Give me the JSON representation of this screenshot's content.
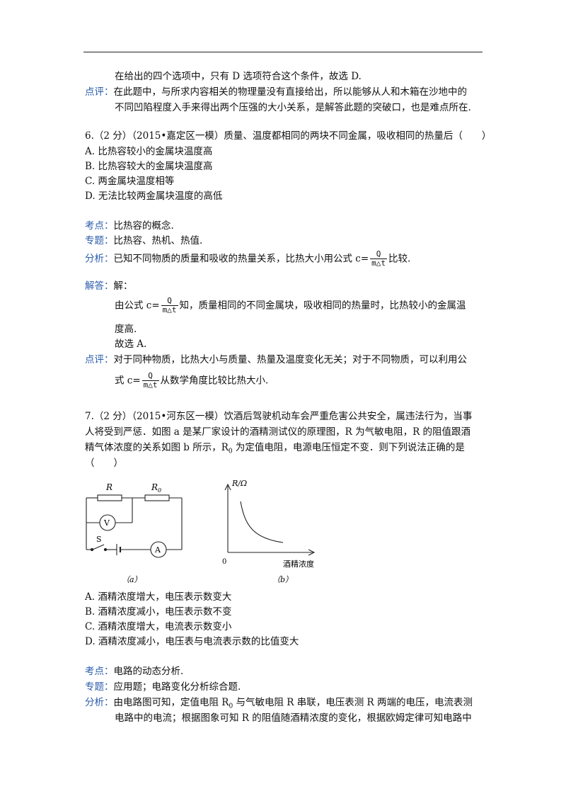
{
  "prev": {
    "line1": "在给出的四个选项中，只有 D 选项符合这个条件，故选 D.",
    "comment_label": "点评：",
    "comment1": "在此题中，与所求内容相关的物理量没有直接给出，所以能够从人和木箱在沙地中的",
    "comment2": "不同凹陷程度入手来得出两个压强的大小关系，是解答此题的突破口，也是难点所在."
  },
  "q6": {
    "stem": "6.（2 分）（2015•嘉定区一模）质量、温度都相同的两块不同金属，吸收相同的热量后（　　）",
    "options": [
      "A.  比热容较小的金属块温度高",
      "B.  比热容较大的金属块温度高",
      "C.  两金属块温度相等",
      "D.  无法比较两金属块温度的高低"
    ],
    "kaodian_label": "考点：",
    "kaodian": "比热容的概念.",
    "zhuanti_label": "专题：",
    "zhuanti": "比热容、热机、热值.",
    "fenxi_label": "分析：",
    "fenxi_before": "已知不同物质的质量和吸收的热量关系，比热大小用公式 c=",
    "fenxi_after": "比较.",
    "jieda_label": "解答：",
    "jieda_head": "解：",
    "jieda1_before": "由公式 c=",
    "jieda1_after": "知，质量相同的不同金属块，吸收相同的热量时，比热较小的金属温",
    "jieda2": "度高.",
    "jieda3": "故选 A.",
    "dianping_label": "点评：",
    "dianping1": "对于同种物质，比热大小与质量、热量及温度变化无关；对于不同物质，可以利用公",
    "dianping2_before": "式 c=",
    "dianping2_after": "从数学角度比较比热大小.",
    "formula_num": "Q",
    "formula_den": "m△t"
  },
  "q7": {
    "stem1": "7.（2 分）（2015•河东区一模）饮酒后驾驶机动车会严重危害公共安全，属违法行为，当事",
    "stem2": "人将受到严惩．如图 a 是某厂家设计的酒精测试仪的原理图，R 为气敏电阻，R 的阻值跟酒",
    "stem3_before": "精气体浓度的关系如图 b 所示，R",
    "stem3_sub": "0",
    "stem3_after": " 为定值电阻，电源电压恒定不变．则下列说法正确的是",
    "stem4": "（　　）",
    "circuit": {
      "r_label": "R",
      "r0_label": "R",
      "r0_sub": "0",
      "voltmeter": "V",
      "ammeter": "A",
      "switch": "S",
      "caption": "（a）"
    },
    "graph": {
      "y_label": "R/Ω",
      "x_label": "酒精浓度",
      "origin": "0",
      "caption": "（b）"
    },
    "options": [
      "A.  酒精浓度增大，电压表示数变大",
      "B.  酒精浓度减小，电压表示数不变",
      "C.  酒精浓度增大，电流表示数变小",
      "D.  酒精浓度减小，电压表与电流表示数的比值变大"
    ],
    "kaodian_label": "考点：",
    "kaodian": "电路的动态分析.",
    "zhuanti_label": "专题：",
    "zhuanti": "应用题；电路变化分析综合题.",
    "fenxi_label": "分析：",
    "fenxi1_before": "由电路图可知，定值电阻 R",
    "fenxi1_sub": "0",
    "fenxi1_after": " 与气敏电阻 R 串联，电压表测 R 两端的电压，电流表测",
    "fenxi2": "电路中的电流；根据图象可知 R 的阻值随酒精浓度的变化，根据欧姆定律可知电路中"
  },
  "colors": {
    "label": "#2a5caa",
    "text": "#111111"
  }
}
